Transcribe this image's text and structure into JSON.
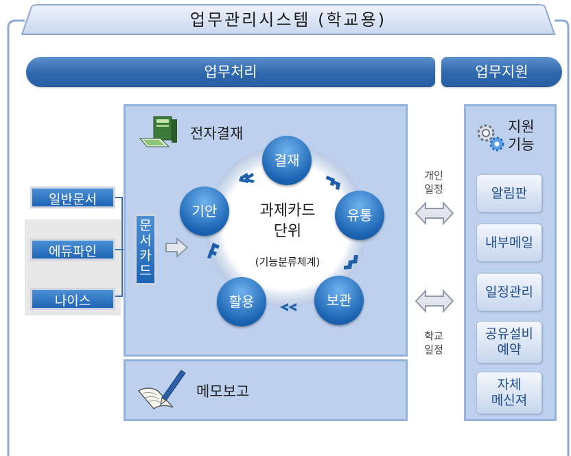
{
  "title": "업무관리시스템 (학교용)",
  "header": {
    "process": "업무처리",
    "support": "업무지원"
  },
  "left_docs": [
    "일반문서",
    "에듀파인",
    "나이스"
  ],
  "doc_card": [
    "문",
    "서",
    "카",
    "드"
  ],
  "esign": "전자결재",
  "cycle": {
    "center_line1": "과제카드",
    "center_line2": "단위",
    "center_sub": "(기능분류체계)",
    "steps": [
      "결재",
      "유통",
      "보관",
      "활용",
      "기안"
    ]
  },
  "memo": "메모보고",
  "personal_schedule": [
    "개인",
    "일정"
  ],
  "school_schedule": [
    "학교",
    "일정"
  ],
  "support": {
    "title_line1": "지원",
    "title_line2": "기능",
    "buttons": [
      {
        "line1": "알림판",
        "line2": ""
      },
      {
        "line1": "내부메일",
        "line2": ""
      },
      {
        "line1": "일정관리",
        "line2": ""
      },
      {
        "line1": "공유설비",
        "line2": "예약"
      },
      {
        "line1": "자체",
        "line2": "메신져"
      }
    ]
  },
  "colors": {
    "accent": "#2e67ad",
    "panel": "#bdd0ee",
    "panel_border": "#94b3dc"
  }
}
